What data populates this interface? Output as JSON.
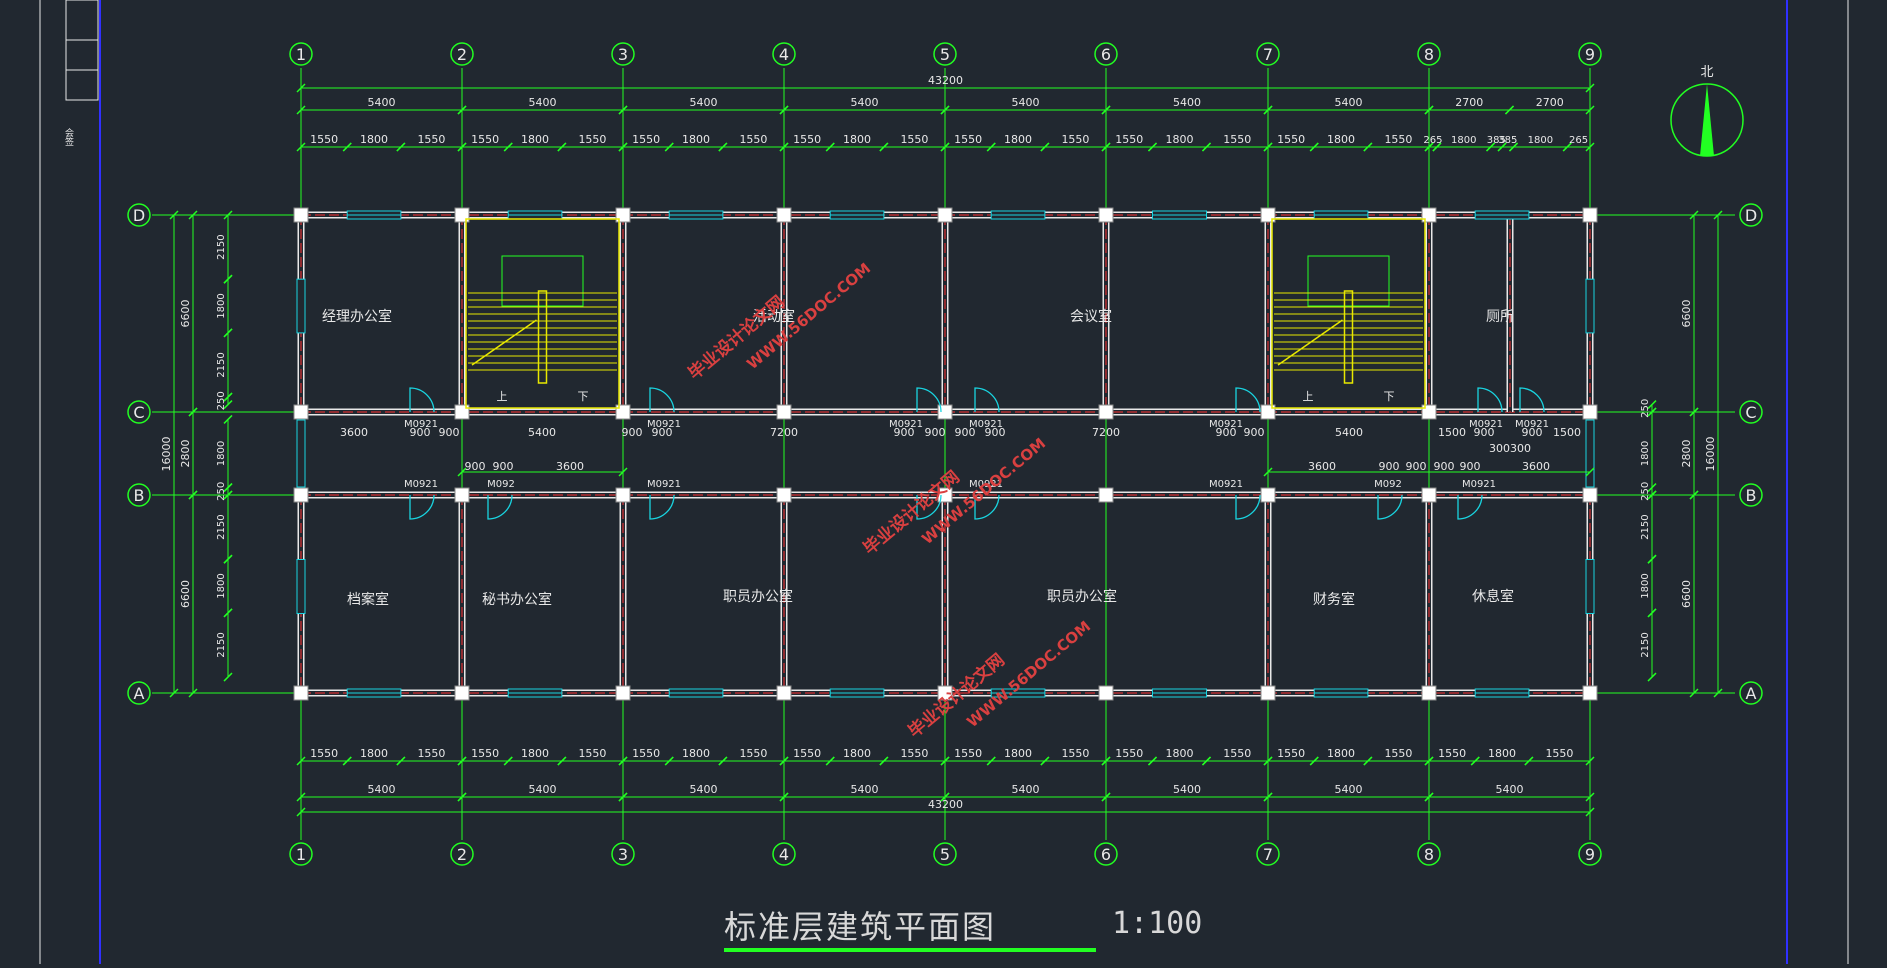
{
  "drawing": {
    "title": "标准层建筑平面图",
    "scale": "1:100",
    "north_label": "北",
    "titleblock_text": "会签"
  },
  "grid": {
    "columns": [
      "1",
      "2",
      "3",
      "4",
      "5",
      "6",
      "7",
      "8",
      "9"
    ],
    "rows": [
      "D",
      "C",
      "B",
      "A"
    ]
  },
  "dimensions": {
    "overall_width": "43200",
    "overall_depth": "16000",
    "top_bays": [
      "5400",
      "5400",
      "5400",
      "5400",
      "5400",
      "5400",
      "5400",
      "2700",
      "2700"
    ],
    "top_openings": [
      "1550",
      "1800",
      "1550",
      "1550",
      "1800",
      "1550",
      "1550",
      "1800",
      "1550",
      "1550",
      "1800",
      "1550",
      "1550",
      "1800",
      "1550",
      "1550",
      "1800",
      "1550",
      "1550",
      "1800",
      "1550",
      "265",
      "1800",
      "385",
      "385",
      "1800",
      "265"
    ],
    "bottom_bays": [
      "5400",
      "5400",
      "5400",
      "5400",
      "5400",
      "5400",
      "5400",
      "5400"
    ],
    "bottom_openings": [
      "1550",
      "1800",
      "1550"
    ],
    "left_rows": [
      "6600",
      "2800",
      "6600"
    ],
    "left_segments": [
      "2150",
      "1800",
      "2150",
      "250",
      "1800",
      "250",
      "2150",
      "1800",
      "2150"
    ],
    "corridor_top_dims": [
      "3600",
      "900",
      "900",
      "5400",
      "900",
      "900",
      "7200",
      "900",
      "900",
      "900",
      "900",
      "7200",
      "900",
      "900",
      "5400",
      "1500",
      "900",
      "900",
      "1500"
    ],
    "corridor_extra": "300300",
    "corridor_bottom_dims_left": [
      "900",
      "900",
      "3600"
    ],
    "corridor_bottom_dims_right": [
      "3600",
      "900",
      "900",
      "900",
      "900",
      "3600"
    ]
  },
  "rooms": [
    "经理办公室",
    "活动室",
    "会议室",
    "厕所",
    "档案室",
    "秘书办公室",
    "职员办公室",
    "职员办公室",
    "财务室",
    "休息室"
  ],
  "door_tag": "M0921",
  "door_tag_short": "M092",
  "stair_up": "上",
  "stair_down": "下",
  "watermark_texts": [
    "毕业设计论文网",
    "WWW.56DOC.COM"
  ]
}
